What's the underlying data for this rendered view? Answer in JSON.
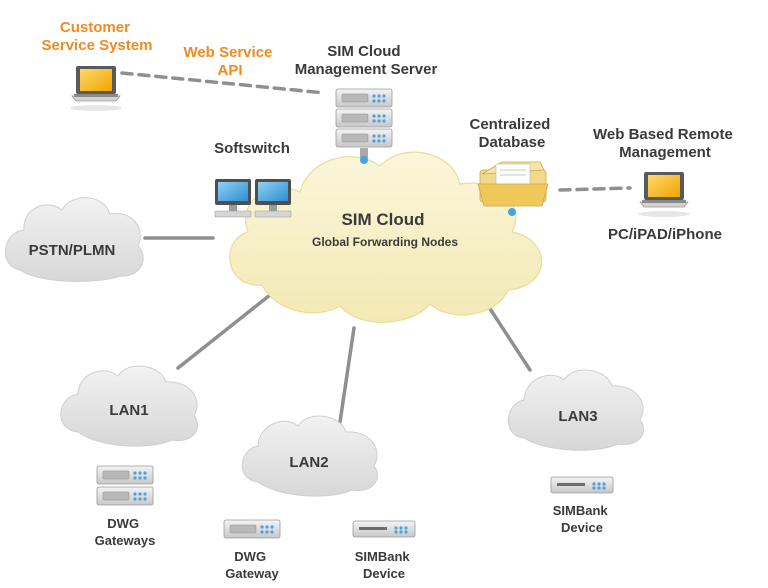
{
  "colors": {
    "orange_text": "#ee8b22",
    "dark_text": "#3a3a3a",
    "cloud_main": "#f8f1c6",
    "cloud_grey": "#e3e3e3",
    "connector": "#8f8f8f",
    "device_blue": "#4aa3df"
  },
  "labels": {
    "customer_service": [
      "Customer",
      "Service System"
    ],
    "web_service_api": [
      "Web Service",
      "API"
    ],
    "sim_cloud_server": [
      "SIM Cloud",
      "Management Server"
    ],
    "softswitch": "Softswitch",
    "centralized_db": [
      "Centralized",
      "Database"
    ],
    "web_remote": [
      "Web Based Remote",
      "Management"
    ],
    "pc_ipad": "PC/iPAD/iPhone",
    "sim_cloud_title": "SIM Cloud",
    "sim_cloud_subtitle": "Global Forwarding Nodes",
    "pstn": "PSTN/PLMN",
    "lan1": "LAN1",
    "lan2": "LAN2",
    "lan3": "LAN3",
    "dwg_gateways": [
      "DWG",
      "Gateways"
    ],
    "dwg_gateway": [
      "DWG",
      "Gateway"
    ],
    "simbank_device_lan2": [
      "SIMBank",
      "Device"
    ],
    "simbank_device_lan3": [
      "SIMBank",
      "Device"
    ]
  },
  "icons": [
    "laptop-icon",
    "server-rack-icon",
    "monitor-icon",
    "database-folder-icon",
    "gateway-device-icon",
    "simbank-device-icon"
  ]
}
